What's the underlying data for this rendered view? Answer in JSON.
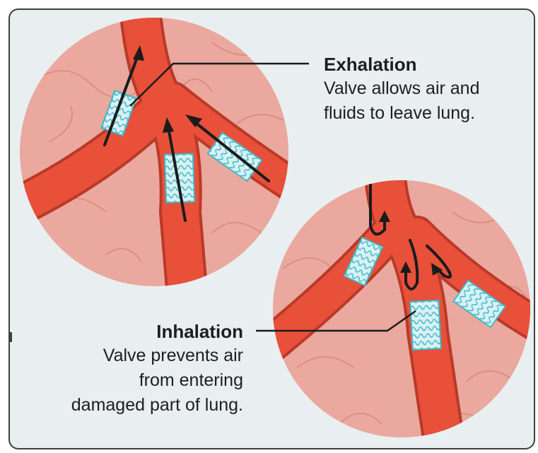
{
  "exhalation": {
    "title": "Exhalation",
    "description_lines": [
      "Valve allows air and",
      "fluids to leave lung."
    ]
  },
  "inhalation": {
    "title": "Inhalation",
    "description_lines": [
      "Valve prevents air",
      "from entering",
      "damaged part of lung."
    ]
  },
  "colors": {
    "background": "#e9eff0",
    "lung_tissue": "#eaa89e",
    "tissue_lines": "#d7877c",
    "airway": "#e8503a",
    "airway_edge": "#b93a28",
    "valve": "#3fb9c9",
    "arrow": "#1b1b1b"
  }
}
